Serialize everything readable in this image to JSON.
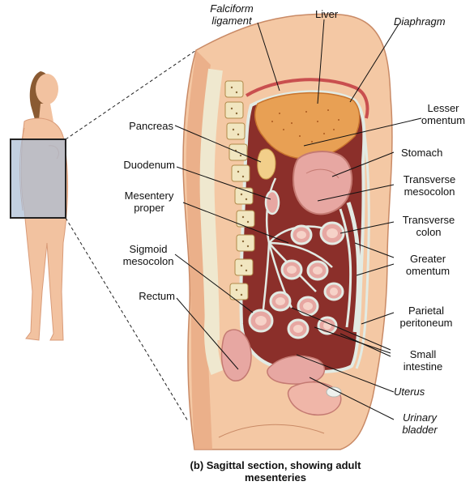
{
  "labels": {
    "falciform": "Falciform ligament",
    "liver": "Liver",
    "diaphragm": "Diaphragm",
    "pancreas": "Pancreas",
    "lesser_omentum": "Lesser omentum",
    "stomach": "Stomach",
    "duodenum": "Duodenum",
    "transverse_mesocolon": "Transverse mesocolon",
    "mesentery_proper": "Mesentery proper",
    "transverse_colon": "Transverse colon",
    "sigmoid_mesocolon": "Sigmoid mesocolon",
    "greater_omentum": "Greater omentum",
    "rectum": "Rectum",
    "parietal_peritoneum": "Parietal peritoneum",
    "small_intestine": "Small intestine",
    "uterus": "Uterus",
    "urinary_bladder": "Urinary bladder"
  },
  "caption": "(b) Sagittal section, showing adult mesenteries",
  "colors": {
    "skin": "#f4c8a4",
    "skin_shade": "#e8a882",
    "cavity": "#8b2f2a",
    "liver": "#e8a054",
    "peritoneum": "#d8e2dc",
    "spine_bone": "#f1e6c0",
    "intestine": "#e7a7a2",
    "panel": "#a8bcd4"
  }
}
